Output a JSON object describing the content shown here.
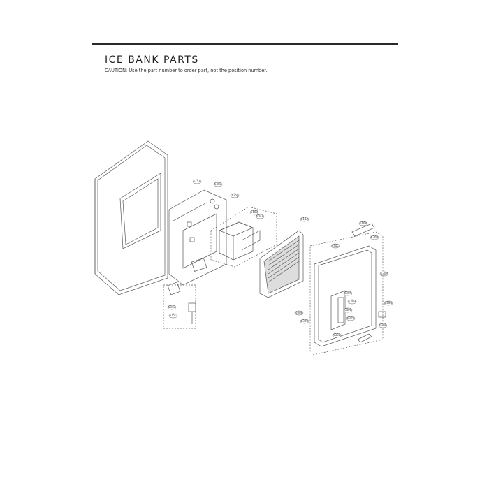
{
  "header": {
    "title": "ICE BANK PARTS",
    "caution": "CAUTION: Use the part number to order part, not the position number."
  },
  "diagram": {
    "callouts": [
      "615A",
      "640B",
      "635J",
      "604A",
      "611A",
      "616A",
      "630C",
      "630B",
      "630A",
      "630K",
      "630H",
      "630G",
      "630L",
      "630V",
      "630F",
      "630E",
      "630U",
      "604B",
      "630L",
      "615C",
      "616B"
    ]
  }
}
